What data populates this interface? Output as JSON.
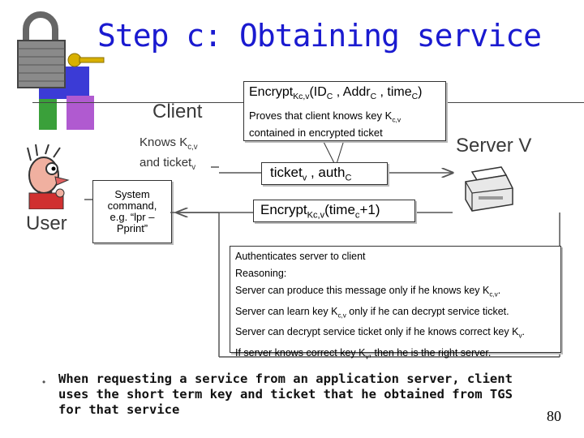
{
  "title": "Step c: Obtaining service",
  "labels": {
    "client": "Client",
    "server": "Server V",
    "user": "User"
  },
  "knows": {
    "line1": "Knows K",
    "line1_sub": "c,v",
    "line2": "and ticket",
    "line2_sub": "v"
  },
  "system_command": {
    "l1": "System",
    "l2": "command,",
    "l3": "e.g. “lpr –",
    "l4": "Pprint”"
  },
  "callout": {
    "enc": "Encrypt",
    "enc_sub": "Kc,v",
    "args": "(ID",
    "args_sub1": "C",
    "args_mid": " , Addr",
    "args_sub2": "C",
    "args_tail": " , time",
    "args_sub3": "C",
    "args_end": ")",
    "proves1": "Proves that client knows key K",
    "proves1_sub": "c,v",
    "proves2": "contained in encrypted ticket"
  },
  "message_ticket": {
    "t1": "ticket",
    "t1_sub": "v",
    "t2": " , auth",
    "t2_sub": "C"
  },
  "message_reply": {
    "e1": "Encrypt",
    "e1_sub": "Kc,v",
    "e2": "(time",
    "e2_sub": "c",
    "e3": "+1)"
  },
  "auth_box": {
    "l1": "Authenticates server to client",
    "l2": "Reasoning:",
    "l3a": "Server can produce this message  only if he knows key K",
    "l3s": "c,v",
    "l3b": ".",
    "l4a": "Server can learn key K",
    "l4s": "c,v",
    "l4b": " only if he can decrypt service ticket.",
    "l5a": "Server can decrypt service ticket only if he knows correct key K",
    "l5s": "v",
    "l5b": ".",
    "l6a": "If server knows correct key K",
    "l6s": "v",
    "l6b": ", then he is the right server."
  },
  "bullet": {
    "marker": "•",
    "text": "When requesting a service from an application server, client uses the short term key and ticket that he obtained from TGS for that service"
  },
  "page_number": "80",
  "colors": {
    "title": "#1a1ad0",
    "deco_blue": "#3b3bd6",
    "deco_purple": "#b05ad0",
    "deco_green": "#3aa03a"
  },
  "icons": [
    "padlock-key-icon",
    "user-cartoon-icon",
    "printer-icon"
  ]
}
